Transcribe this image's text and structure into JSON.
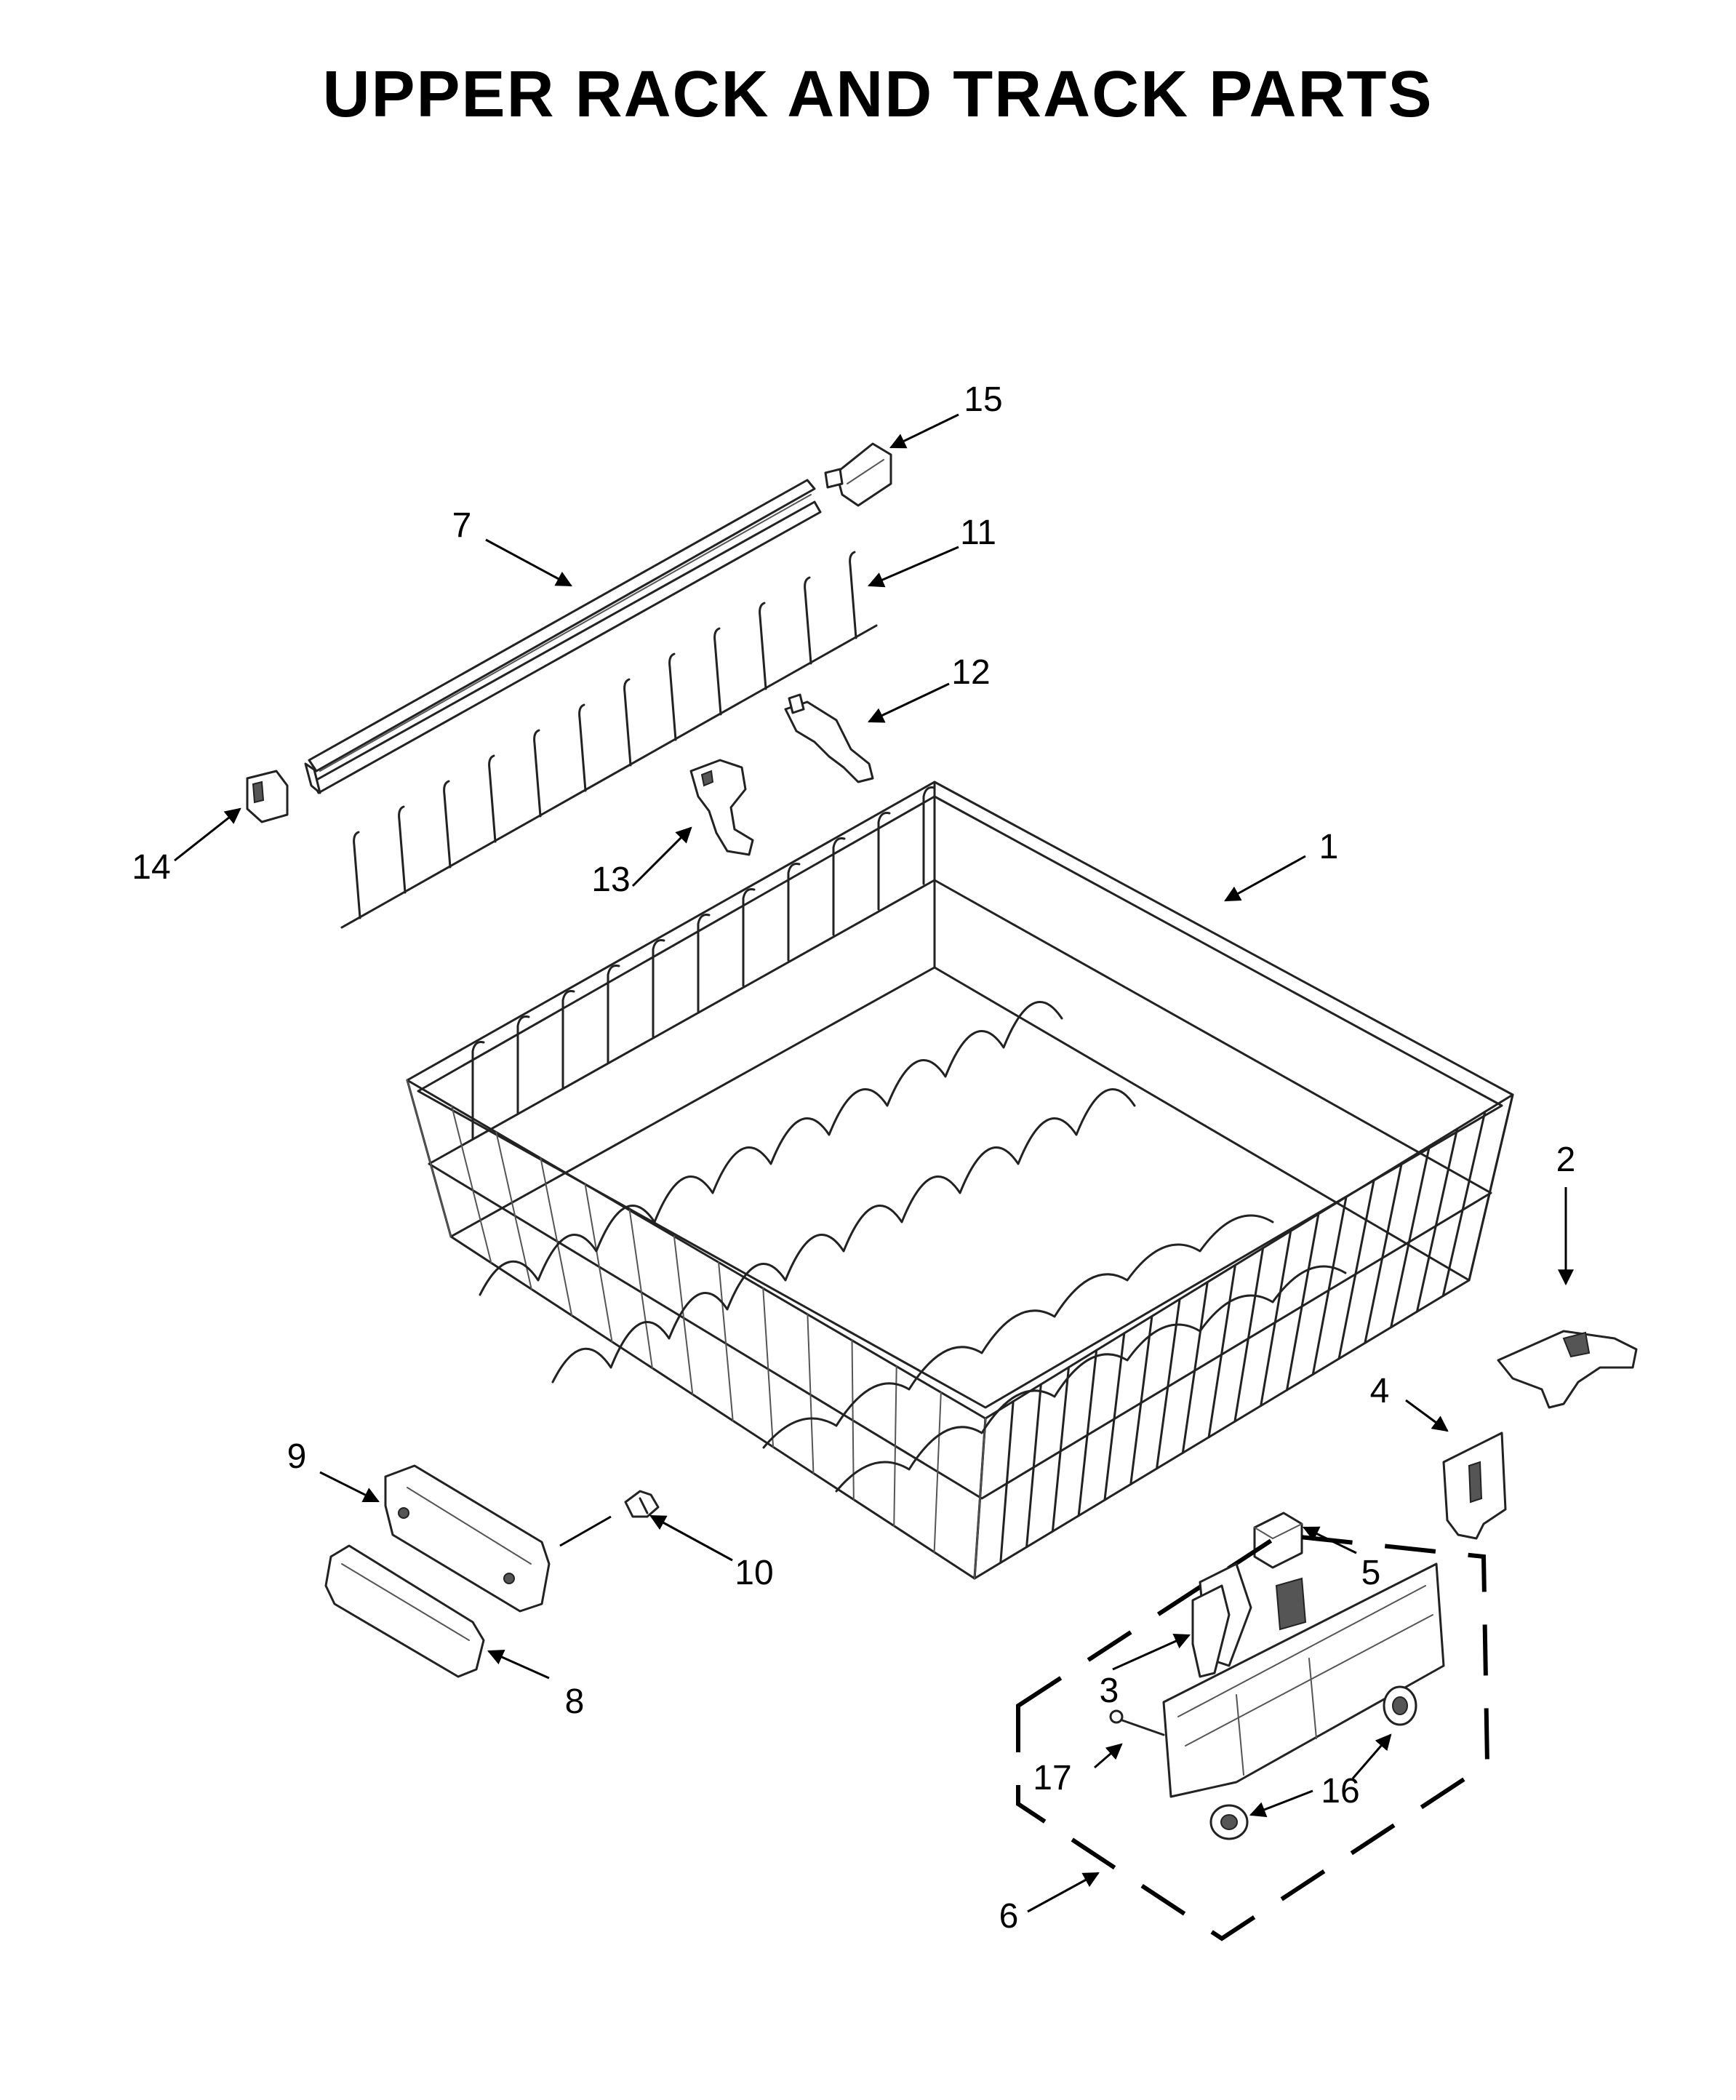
{
  "title": "UPPER RACK AND TRACK PARTS",
  "callouts": [
    {
      "id": "1",
      "label": "1"
    },
    {
      "id": "2",
      "label": "2"
    },
    {
      "id": "3",
      "label": "3"
    },
    {
      "id": "4",
      "label": "4"
    },
    {
      "id": "5",
      "label": "5"
    },
    {
      "id": "6",
      "label": "6"
    },
    {
      "id": "7",
      "label": "7"
    },
    {
      "id": "8",
      "label": "8"
    },
    {
      "id": "9",
      "label": "9"
    },
    {
      "id": "10",
      "label": "10"
    },
    {
      "id": "11",
      "label": "11"
    },
    {
      "id": "12",
      "label": "12"
    },
    {
      "id": "13",
      "label": "13"
    },
    {
      "id": "14",
      "label": "14"
    },
    {
      "id": "15",
      "label": "15"
    },
    {
      "id": "16",
      "label": "16"
    },
    {
      "id": "17",
      "label": "17"
    }
  ]
}
